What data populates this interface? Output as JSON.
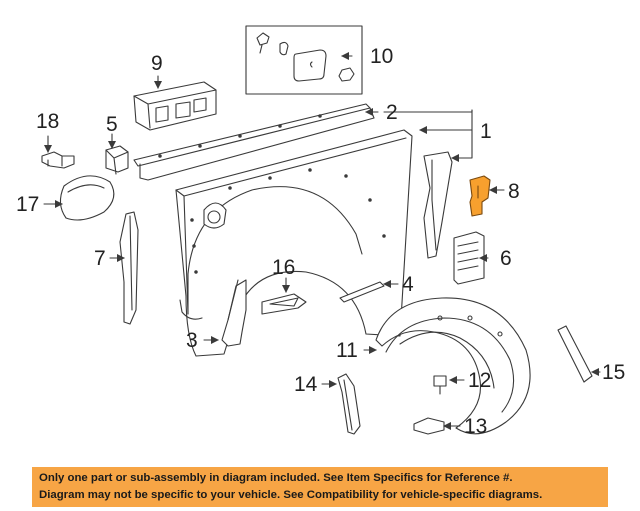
{
  "callouts": {
    "c1": "1",
    "c2": "2",
    "c3": "3",
    "c4": "4",
    "c5": "5",
    "c6": "6",
    "c7": "7",
    "c8": "8",
    "c9": "9",
    "c10": "10",
    "c11": "11",
    "c12": "12",
    "c13": "13",
    "c14": "14",
    "c15": "15",
    "c16": "16",
    "c17": "17",
    "c18": "18"
  },
  "highlighted_part": "8",
  "colors": {
    "highlight": "#f7a02e",
    "banner": "#f7a545",
    "line": "#3a3a3a"
  },
  "banner": {
    "line1": "Only one part or sub-assembly in diagram included. See Item Specifics for Reference #.",
    "line2": "Diagram may not be specific to your vehicle. See Compatibility for vehicle-specific diagrams."
  }
}
